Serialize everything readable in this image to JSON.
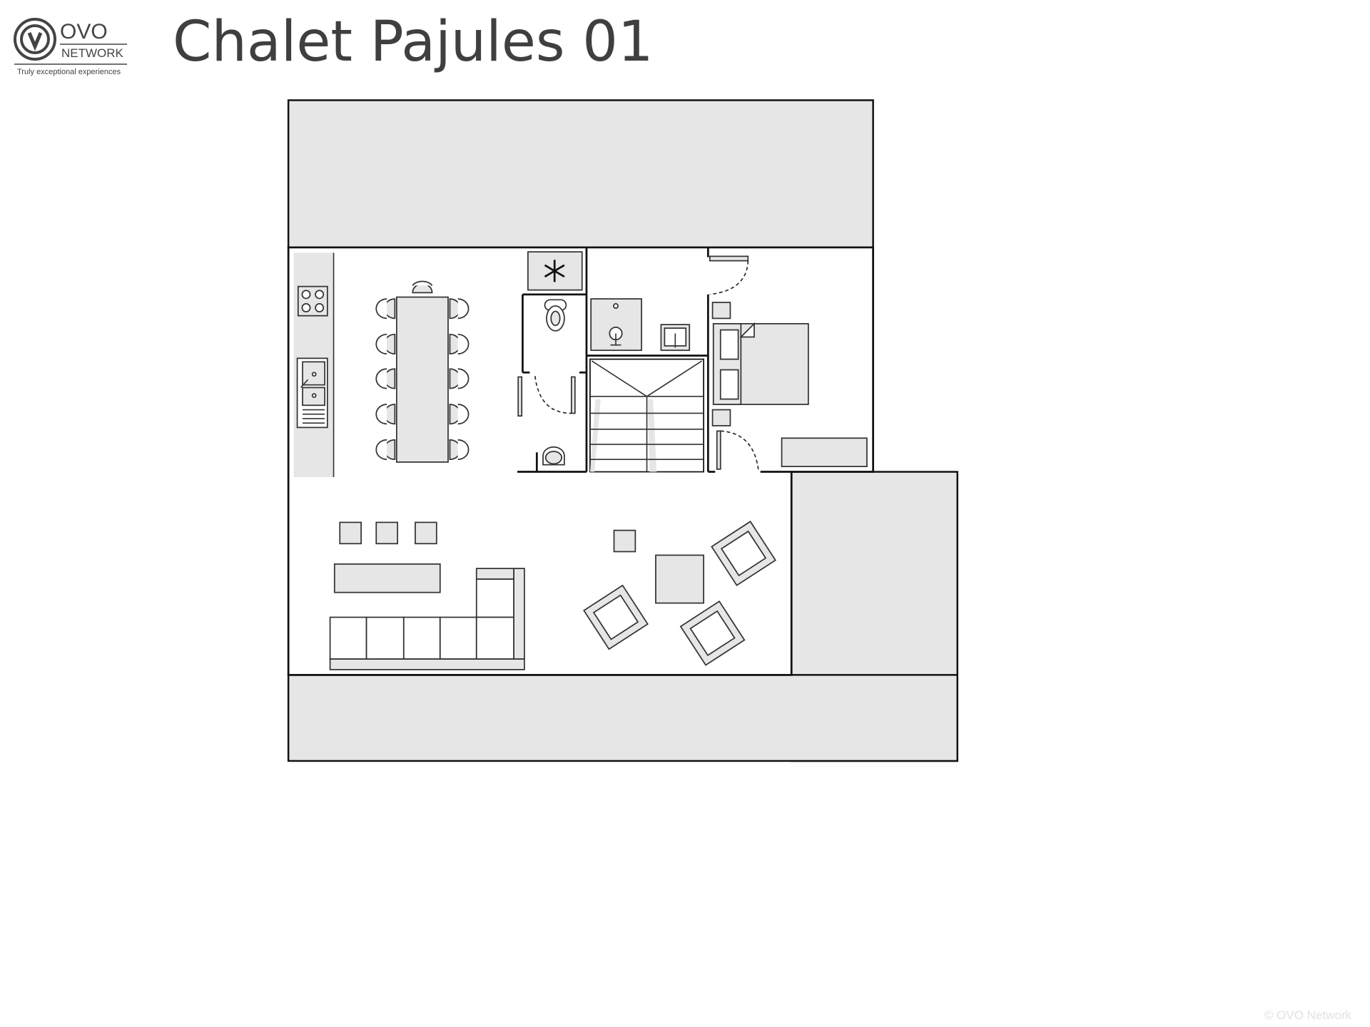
{
  "header": {
    "title": "Chalet Pajules 01",
    "logo": {
      "brand": "OVO",
      "sub": "NETWORK",
      "tagline": "Truly exceptional experiences"
    }
  },
  "footer": {
    "copyright": "© OVO Network"
  },
  "colors": {
    "fill": "#e6e6e6",
    "line": "#333333",
    "title": "#3f3f3f"
  },
  "icons": {
    "freezer": "snowflake-icon"
  }
}
